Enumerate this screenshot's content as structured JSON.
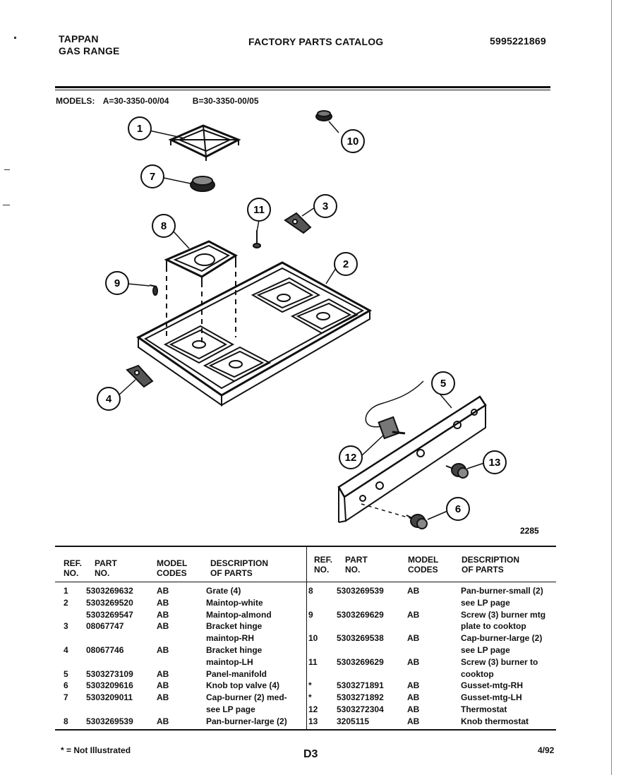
{
  "header": {
    "brand_line1": "TAPPAN",
    "brand_line2": "GAS RANGE",
    "catalog_title": "FACTORY PARTS CATALOG",
    "catalog_number": "5995221869",
    "models_label": "MODELS:",
    "model_a": "A=30-3350-00/04",
    "model_b": "B=30-3350-00/05"
  },
  "diagram": {
    "drawing_number": "2285",
    "callouts": [
      "1",
      "2",
      "3",
      "4",
      "5",
      "6",
      "7",
      "8",
      "9",
      "10",
      "11",
      "12",
      "13"
    ]
  },
  "table": {
    "columns": {
      "ref_no": [
        "REF.",
        "NO."
      ],
      "part_no": [
        "PART",
        "NO."
      ],
      "model_codes": [
        "MODEL",
        "CODES"
      ],
      "description": [
        "DESCRIPTION",
        "OF PARTS"
      ]
    },
    "left_rows": [
      {
        "ref": "1",
        "part": "5303269632",
        "code": "AB",
        "desc": "Grate (4)"
      },
      {
        "ref": "2",
        "part": "5303269520",
        "code": "AB",
        "desc": "Maintop-white"
      },
      {
        "ref": "",
        "part": "5303269547",
        "code": "AB",
        "desc": "Maintop-almond"
      },
      {
        "ref": "3",
        "part": "08067747",
        "code": "AB",
        "desc": "Bracket hinge"
      },
      {
        "ref": "",
        "part": "",
        "code": "",
        "desc": "maintop-RH"
      },
      {
        "ref": "4",
        "part": "08067746",
        "code": "AB",
        "desc": "Bracket hinge"
      },
      {
        "ref": "",
        "part": "",
        "code": "",
        "desc": "maintop-LH"
      },
      {
        "ref": "5",
        "part": "5303273109",
        "code": "AB",
        "desc": "Panel-manifold"
      },
      {
        "ref": "6",
        "part": "5303209616",
        "code": "AB",
        "desc": "Knob top valve (4)"
      },
      {
        "ref": "7",
        "part": "5303209011",
        "code": "AB",
        "desc": "Cap-burner (2) med-"
      },
      {
        "ref": "",
        "part": "",
        "code": "",
        "desc": "see LP page"
      },
      {
        "ref": "8",
        "part": "5303269539",
        "code": "AB",
        "desc": "Pan-burner-large (2)"
      }
    ],
    "right_rows": [
      {
        "ref": "8",
        "part": "5303269539",
        "code": "AB",
        "desc": "Pan-burner-small (2)"
      },
      {
        "ref": "",
        "part": "",
        "code": "",
        "desc": "see LP page"
      },
      {
        "ref": "9",
        "part": "5303269629",
        "code": "AB",
        "desc": "Screw (3) burner mtg"
      },
      {
        "ref": "",
        "part": "",
        "code": "",
        "desc": "plate to cooktop"
      },
      {
        "ref": "10",
        "part": "5303269538",
        "code": "AB",
        "desc": "Cap-burner-large (2)"
      },
      {
        "ref": "",
        "part": "",
        "code": "",
        "desc": "see LP page"
      },
      {
        "ref": "11",
        "part": "5303269629",
        "code": "AB",
        "desc": "Screw (3) burner to"
      },
      {
        "ref": "",
        "part": "",
        "code": "",
        "desc": "cooktop"
      },
      {
        "ref": "*",
        "part": "5303271891",
        "code": "AB",
        "desc": "Gusset-mtg-RH"
      },
      {
        "ref": "*",
        "part": "5303271892",
        "code": "AB",
        "desc": "Gusset-mtg-LH"
      },
      {
        "ref": "12",
        "part": "5303272304",
        "code": "AB",
        "desc": "Thermostat"
      },
      {
        "ref": "13",
        "part": "3205115",
        "code": "AB",
        "desc": "Knob thermostat"
      }
    ]
  },
  "footer": {
    "note": "* = Not Illustrated",
    "page_code": "D3",
    "date": "4/92"
  }
}
